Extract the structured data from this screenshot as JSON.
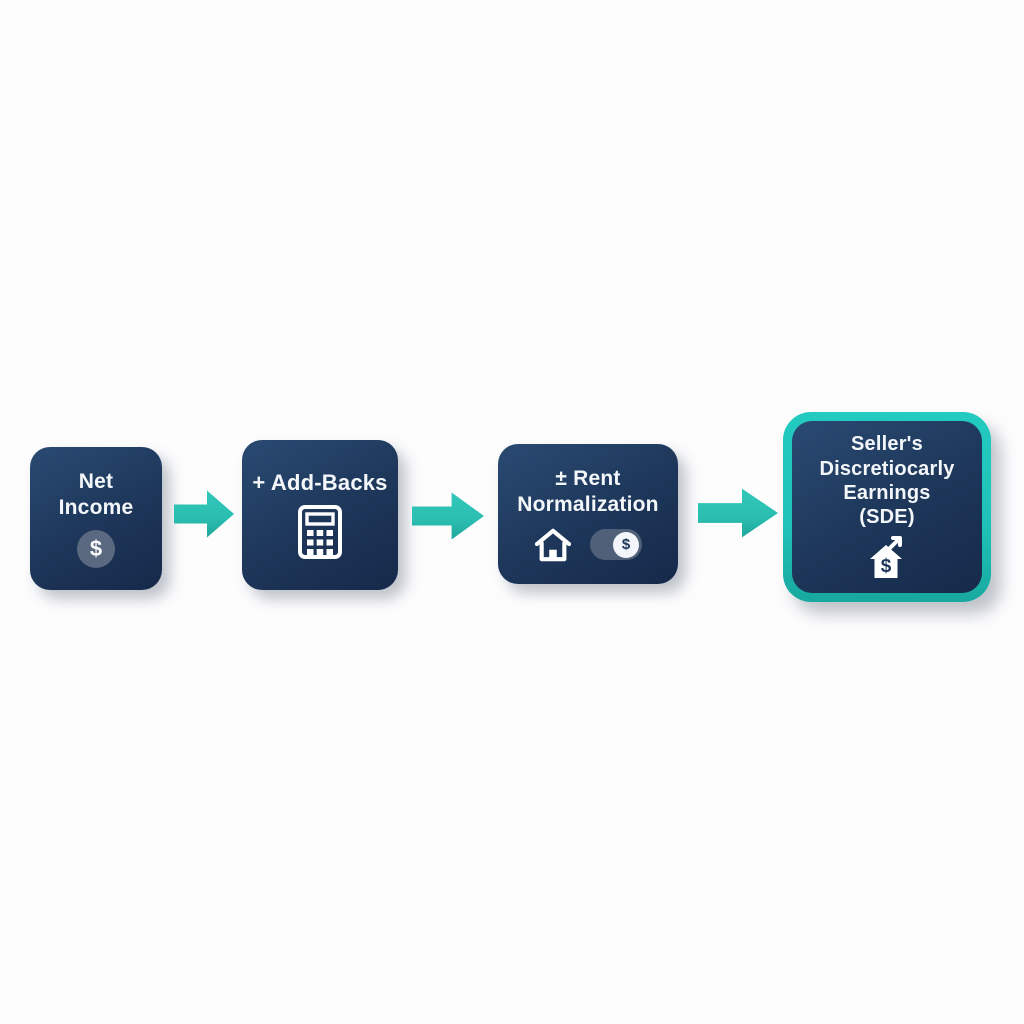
{
  "diagram": {
    "type": "flowchart",
    "direction": "left-to-right",
    "connector": "arrow-right",
    "steps": [
      {
        "id": "net-income",
        "label": "Net Income",
        "lines": [
          "Net",
          "Income"
        ],
        "icon": "dollar-coin-icon",
        "highlighted": false
      },
      {
        "id": "add-backs",
        "label": "+ Add-Backs",
        "lines": [
          "+ Add-Backs"
        ],
        "icon": "calculator-icon",
        "highlighted": false
      },
      {
        "id": "rent-normalization",
        "label": "± Rent Normalization",
        "lines": [
          "± Rent",
          "Normalization"
        ],
        "icons": [
          "house-icon",
          "coin-toggle-icon"
        ],
        "highlighted": false
      },
      {
        "id": "sde",
        "label": "Seller's Discretiocarly Earnings (SDE)",
        "lines": [
          "Seller's",
          "Discretiocarly",
          "Earnings",
          "(SDE)"
        ],
        "icon": "house-dollar-growth-icon",
        "highlighted": true
      }
    ]
  },
  "icons": {
    "dollar_symbol": "$"
  },
  "colors": {
    "background": "#fdfdfe",
    "box_navy_top": "#2a4a72",
    "box_navy_bottom": "#16294a",
    "arrow_teal": "#2bbfb2",
    "sde_border_teal": "#1fc2b8",
    "coin_slate": "#5a6880",
    "pill_slate": "#4f6078",
    "text": "#f4f7fa"
  }
}
